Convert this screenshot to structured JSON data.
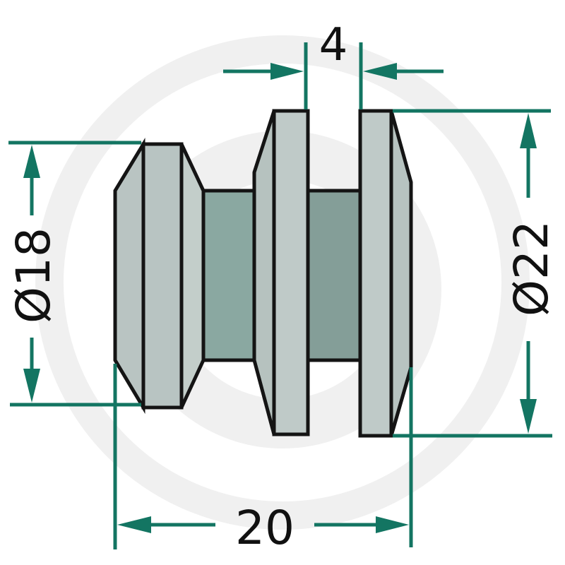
{
  "drawing": {
    "subject": "spacer bushing technical drawing",
    "units": "mm",
    "colors": {
      "dimension_line": "#137562",
      "outline": "#141414",
      "flange_fill": "#b8c4c2",
      "flange_fill_light": "#c3ceca",
      "hub_fill": "#86a39c",
      "watermark": "#efefef"
    }
  },
  "dimensions": {
    "width_gap": {
      "label": "4",
      "value": 4
    },
    "small_diameter": {
      "label": "Ø18",
      "symbol": "Ø",
      "value": "18"
    },
    "large_diameter": {
      "label": "Ø22",
      "symbol": "Ø",
      "value": "22"
    },
    "overall_length": {
      "label": "20",
      "value": 20
    }
  }
}
